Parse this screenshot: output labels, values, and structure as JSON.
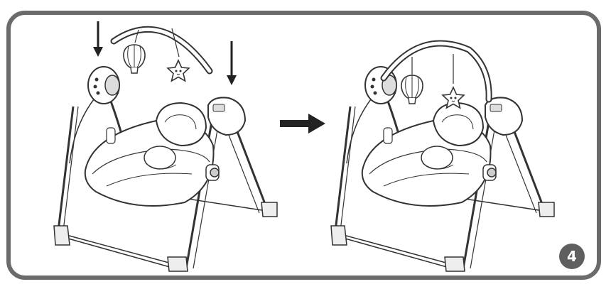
{
  "step": {
    "number": "4"
  },
  "panels": [
    {
      "id": "before",
      "description_icon": "swing-with-detached-toy-bar-icon"
    },
    {
      "id": "after",
      "description_icon": "swing-with-attached-toy-bar-icon"
    }
  ],
  "arrows": {
    "insert_left_icon": "down-arrow-icon",
    "insert_right_icon": "down-arrow-icon",
    "transition_icon": "right-arrow-icon"
  },
  "colors": {
    "frame": "#6b6b6b",
    "badge": "#5f5f5f",
    "line": "#333333",
    "fill": "#e6e6e6"
  }
}
